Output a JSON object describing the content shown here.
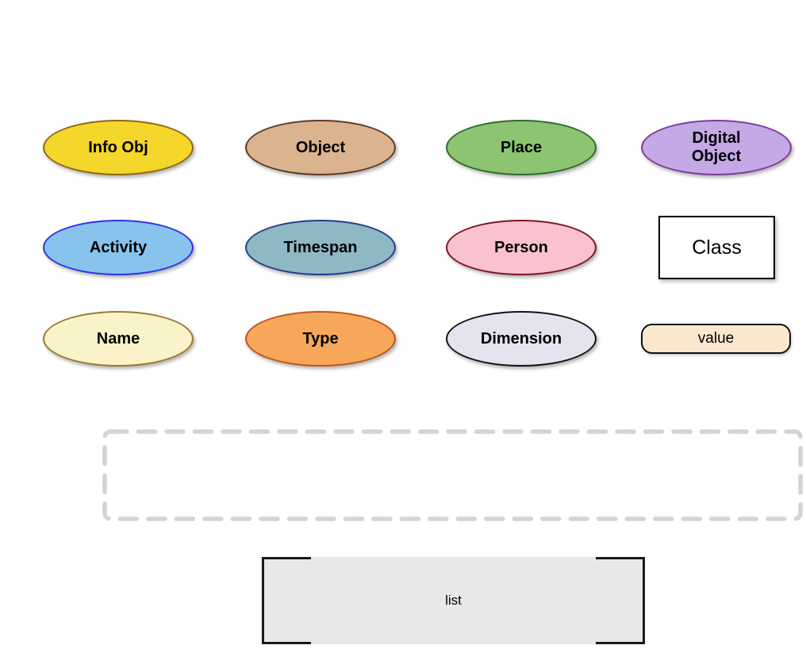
{
  "canvas": {
    "background": "#ffffff"
  },
  "nodes": [
    {
      "id": "info-obj",
      "label": "Info Obj",
      "shape": "ellipse",
      "fill": "#F5D62B",
      "border": "#8B6914"
    },
    {
      "id": "object",
      "label": "Object",
      "shape": "ellipse",
      "fill": "#DBB38E",
      "border": "#5D3A24"
    },
    {
      "id": "place",
      "label": "Place",
      "shape": "ellipse",
      "fill": "#8CC472",
      "border": "#2D6A2D"
    },
    {
      "id": "digital-object",
      "label": "Digital Object",
      "shape": "ellipse",
      "fill": "#C5A8E6",
      "border": "#7D3C98"
    },
    {
      "id": "activity",
      "label": "Activity",
      "shape": "ellipse",
      "fill": "#87C3EC",
      "border": "#3030E8"
    },
    {
      "id": "timespan",
      "label": "Timespan",
      "shape": "ellipse",
      "fill": "#8FB8C5",
      "border": "#1F3D8C"
    },
    {
      "id": "person",
      "label": "Person",
      "shape": "ellipse",
      "fill": "#F9C2CE",
      "border": "#7B1520"
    },
    {
      "id": "class",
      "label": "Class",
      "shape": "rect",
      "fill": "#FFFFFF",
      "border": "#000000"
    },
    {
      "id": "name",
      "label": "Name",
      "shape": "ellipse",
      "fill": "#FAF2C8",
      "border": "#9A7B30"
    },
    {
      "id": "type",
      "label": "Type",
      "shape": "ellipse",
      "fill": "#F6A75A",
      "border": "#C0541C"
    },
    {
      "id": "dimension",
      "label": "Dimension",
      "shape": "ellipse",
      "fill": "#E4E4EF",
      "border": "#111111"
    },
    {
      "id": "value",
      "label": "value",
      "shape": "rounded-rect",
      "fill": "#FBE7CD",
      "border": "#111111"
    }
  ],
  "placeholder_region": {
    "style": "dashed",
    "color": "#D4D4D4"
  },
  "list_node": {
    "label": "list",
    "fill": "#E8E8E8",
    "bracket_color": "#1A1A1A"
  }
}
